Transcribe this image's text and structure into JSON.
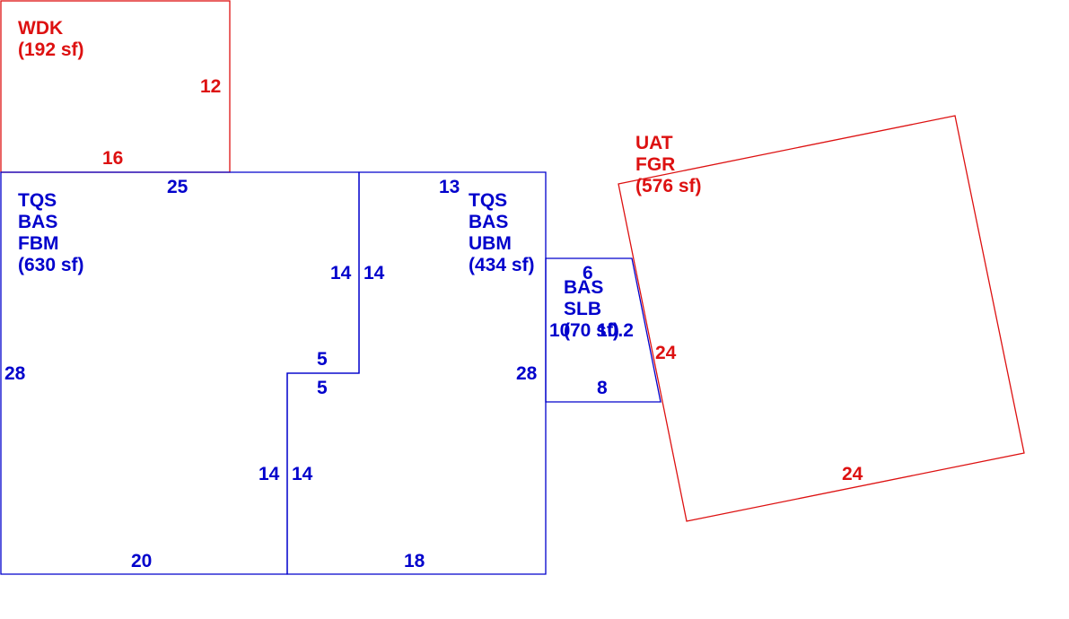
{
  "colors": {
    "main_structure": "#0000cc",
    "additions": "#dd1111",
    "background": "#ffffff"
  },
  "areas": {
    "wdk": {
      "code": "WDK",
      "area": "(192 sf)"
    },
    "tqs_fbm": {
      "line1": "TQS",
      "line2": "BAS",
      "line3": "FBM",
      "area": "(630 sf)"
    },
    "tqs_ubm": {
      "line1": "TQS",
      "line2": "BAS",
      "line3": "UBM",
      "area": "(434 sf)"
    },
    "bas_slb": {
      "line1": "BAS",
      "line2": "SLB",
      "area": "(70 sf)"
    },
    "uat_fgr": {
      "line1": "UAT",
      "line2": "FGR",
      "area": "(576 sf)"
    }
  },
  "dimensions": {
    "wdk_right": "12",
    "wdk_bottom": "16",
    "fbm_top": "25",
    "fbm_left": "28",
    "fbm_bottom": "20",
    "fbm_step_upper": "14",
    "fbm_step_horizontal": "5",
    "fbm_step_lower": "14",
    "ubm_top": "13",
    "ubm_step_upper": "14",
    "ubm_step_horizontal": "5",
    "ubm_step_lower": "14",
    "ubm_right": "28",
    "ubm_bottom": "18",
    "slb_top": "6",
    "slb_left": "10",
    "slb_right": "10.2",
    "slb_bottom": "8",
    "fgr_left": "24",
    "fgr_bottom": "24"
  }
}
